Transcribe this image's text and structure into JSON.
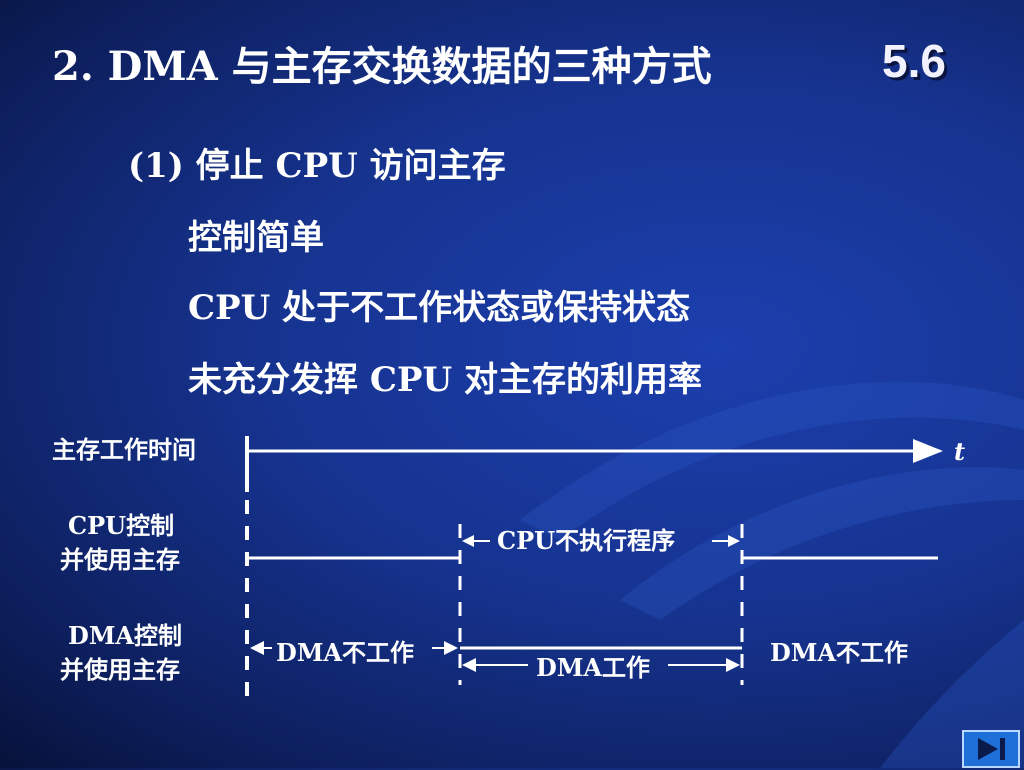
{
  "slide": {
    "title": "2. DMA 与主存交换数据的三种方式",
    "section_number": "5.6",
    "method_heading": "(1) 停止 CPU 访问主存",
    "points": [
      "控制简单",
      "CPU 处于不工作状态或保持状态",
      "未充分发挥 CPU 对主存的利用率"
    ]
  },
  "diagram": {
    "row_memory_label": "主存工作时间",
    "time_axis_label": "t",
    "row_cpu_label_1": "CPU控制",
    "row_cpu_label_2": "并使用主存",
    "cpu_idle_label": "CPU不执行程序",
    "row_dma_label_1": "DMA控制",
    "row_dma_label_2": "并使用主存",
    "dma_idle_left": "DMA不工作",
    "dma_active": "DMA工作",
    "dma_idle_right": "DMA不工作"
  },
  "colors": {
    "background": "#16338f",
    "text": "#ffffff",
    "nav_button": "#1e6fd8"
  },
  "navigation": {
    "next_icon": "play-end-icon"
  }
}
